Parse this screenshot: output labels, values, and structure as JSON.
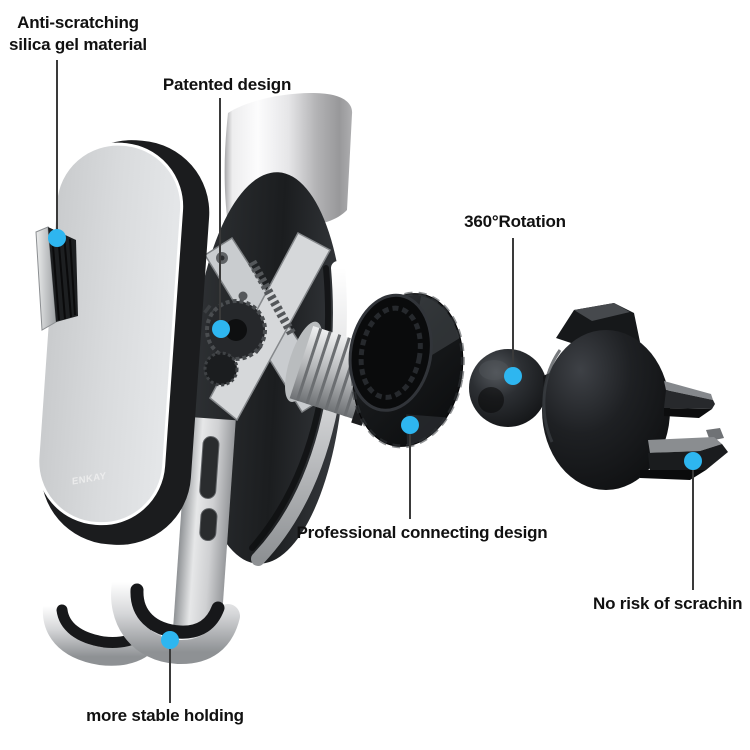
{
  "product": {
    "brand": "ENKAY"
  },
  "colors": {
    "marker": "#2EB6F0",
    "leader_line": "#3A3A3A",
    "label_text": "#111111",
    "background": "#FFFFFF"
  },
  "annotations": [
    {
      "id": "silica-gel",
      "lines": [
        "Anti-scratching",
        "silica gel material"
      ]
    },
    {
      "id": "patented-design",
      "lines": [
        "Patented design"
      ]
    },
    {
      "id": "rotation-360",
      "lines": [
        "360°Rotation"
      ]
    },
    {
      "id": "connecting-design",
      "lines": [
        "Professional connecting design"
      ]
    },
    {
      "id": "no-scratch",
      "lines": [
        "No risk of scrachin"
      ]
    },
    {
      "id": "stable-holding",
      "lines": [
        "more stable holding"
      ]
    }
  ]
}
